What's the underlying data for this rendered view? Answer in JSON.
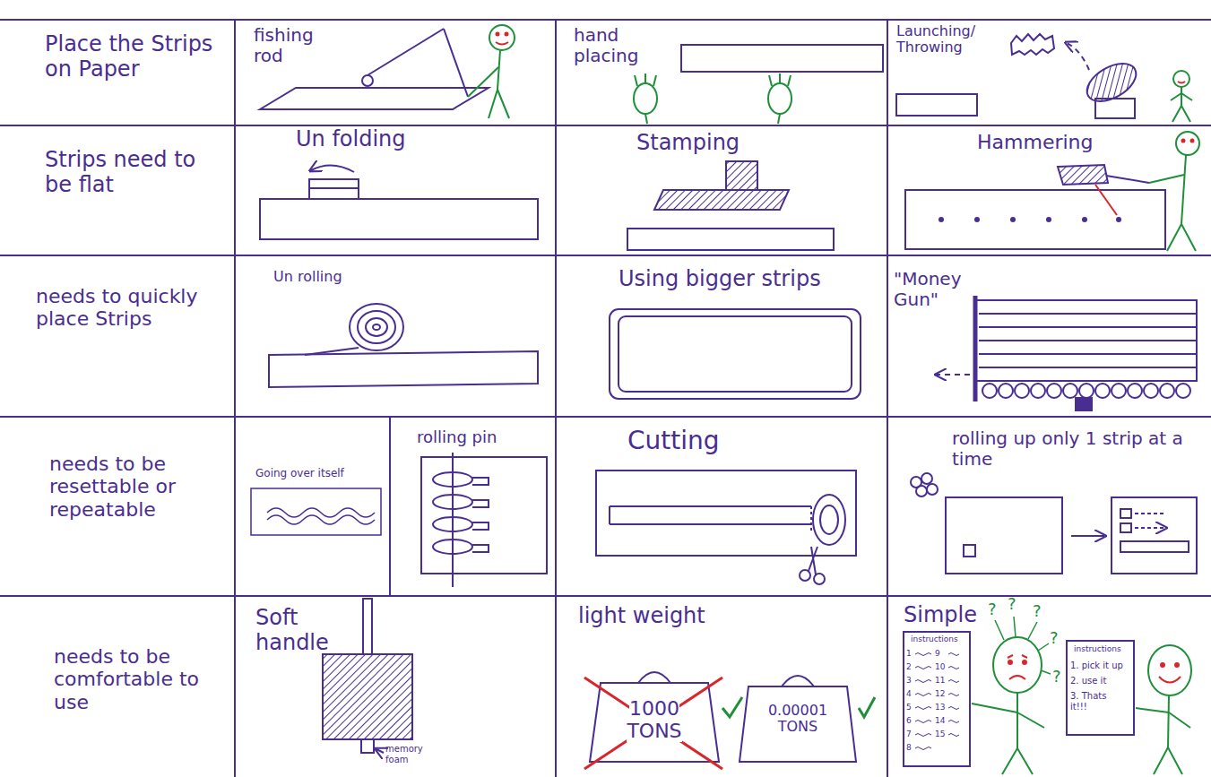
{
  "diagram": {
    "labels": [
      "Place the Strips on Paper",
      "fishing rod",
      "hand placing",
      "Launching/ Throwing",
      "Strips need to be flat",
      "Un folding",
      "Stamping",
      "Hammering",
      "needs to quickly place Strips",
      "Un rolling",
      "Using bigger strips",
      "\"Money Gun\"",
      "needs to be resettable or repeatable",
      "Going over itself",
      "rolling pin",
      "Cutting",
      "rolling up only 1 strip at a time",
      "needs to be comfortable to use",
      "Soft handle",
      "memory foam",
      "light weight",
      "1000 TONS",
      "0.00001 TONS",
      "Simple",
      "?",
      "?",
      "?",
      "?",
      "?",
      "instructions",
      "1",
      "2",
      "3",
      "4",
      "5",
      "6",
      "7",
      "8",
      "9",
      "10",
      "11",
      "12",
      "13",
      "14",
      "15",
      "instructions",
      "1. pick it up",
      "2. use it",
      "3. Thats it!!!"
    ]
  }
}
